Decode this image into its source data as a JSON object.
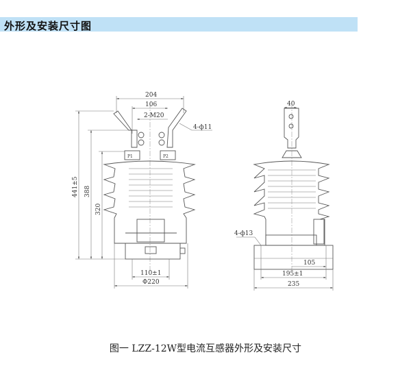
{
  "header": {
    "title": "外形及安装尺寸图",
    "color": "#bfe1f6"
  },
  "front_view": {
    "dim_overall_width": "204",
    "dim_terminal_spacing": "106",
    "dim_thread": "2-M20",
    "dim_holes": "4-ф11",
    "terminal_p1": "P1",
    "terminal_p2": "P2",
    "dim_height_total": "441±5",
    "dim_height_terminal": "388",
    "dim_height_body": "320",
    "dim_base_holes": "110±1",
    "dim_diameter": "Φ220"
  },
  "side_view": {
    "dim_terminal_width": "40",
    "dim_holes": "4-ф13",
    "dim_offset": "105",
    "dim_hole_spacing": "195±1",
    "dim_base_width": "235"
  },
  "caption": "图一 LZZ-12W型电流互感器外形及安装尺寸"
}
